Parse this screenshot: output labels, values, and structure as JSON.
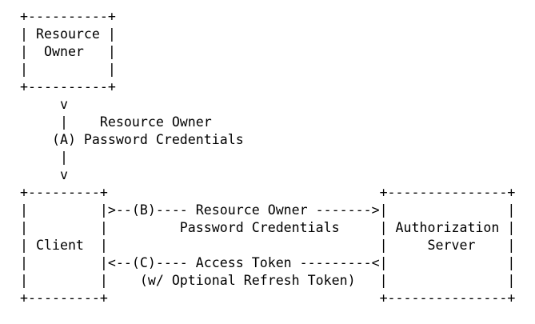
{
  "diagram": {
    "type": "ascii-flow-diagram",
    "colors": {
      "text": "#000000",
      "background": "#ffffff"
    },
    "entities": {
      "resource_owner": "Resource Owner",
      "client": "Client",
      "authorization_server": "Authorization Server"
    },
    "flows": [
      {
        "step": "(A)",
        "label": "Resource Owner Password Credentials"
      },
      {
        "step": "(B)",
        "label": "Resource Owner Password Credentials"
      },
      {
        "step": "(C)",
        "label": "Access Token (w/ Optional Refresh Token)"
      }
    ],
    "lines": [
      "+----------+",
      "| Resource |",
      "|  Owner   |",
      "|          |",
      "+----------+",
      "     v",
      "     |    Resource Owner",
      "    (A) Password Credentials",
      "     |",
      "     v",
      "+---------+                                  +---------------+",
      "|         |>--(B)---- Resource Owner ------->|               |",
      "|         |         Password Credentials     | Authorization |",
      "| Client  |                                  |     Server    |",
      "|         |<--(C)---- Access Token ---------<|               |",
      "|         |    (w/ Optional Refresh Token)   |               |",
      "+---------+                                  +---------------+"
    ]
  }
}
